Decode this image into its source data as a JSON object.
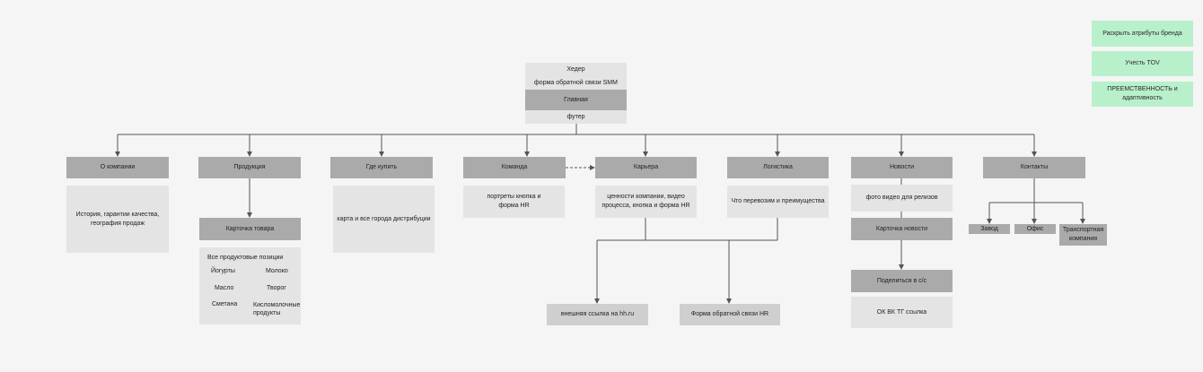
{
  "root": {
    "header": "Хедер",
    "feedback_smm": "форма обратной связи SMM",
    "main": "Главная",
    "footer": "футер"
  },
  "sections": {
    "about": "О компании",
    "products": "Продукция",
    "where_buy": "Где купить",
    "team": "Команда",
    "career": "Карьера",
    "logistics": "Логистика",
    "news": "Новости",
    "contacts": "Контакты"
  },
  "details": {
    "about": "История, гарантии качества, география продаж",
    "where_buy": "карта и все города дистрибуции",
    "team": "портреты кнопка и форма HR",
    "career": "ценности компании, видео процесса, кнопка и форма HR",
    "logistics": "Что перевозим и преимущества",
    "news": "фото видео для релизов",
    "product_card": "Карточка товара",
    "news_card": "Карточка новости",
    "share": "Поделиться в с/с",
    "social": "ОК ВК ТГ ссылка",
    "hh_link": "внешняя ссылка на hh.ru",
    "hr_form": "Форма обратной связи HR"
  },
  "products_list": {
    "title": "Все продуктовые позиции",
    "yogurts": "Йогурты",
    "milk": "Молоко",
    "butter": "Масло",
    "cottage": "Творог",
    "sour_cream": "Сметана",
    "fermented": "Кисломолочные продукты"
  },
  "contacts_children": {
    "factory": "Завод",
    "office": "Офис",
    "transport": "Транспортная компания"
  },
  "notes": {
    "brand": "Раскрыть атрибуты бренда",
    "tov": "Учесть TOV",
    "succession": "ПРЕЕМСТВЕННОСТЬ и адаптивность"
  },
  "colors": {
    "section_fill": "#aaaaaa",
    "detail_fill": "#e4e4e4",
    "note_fill": "#b8f0cb",
    "line": "#555555"
  }
}
